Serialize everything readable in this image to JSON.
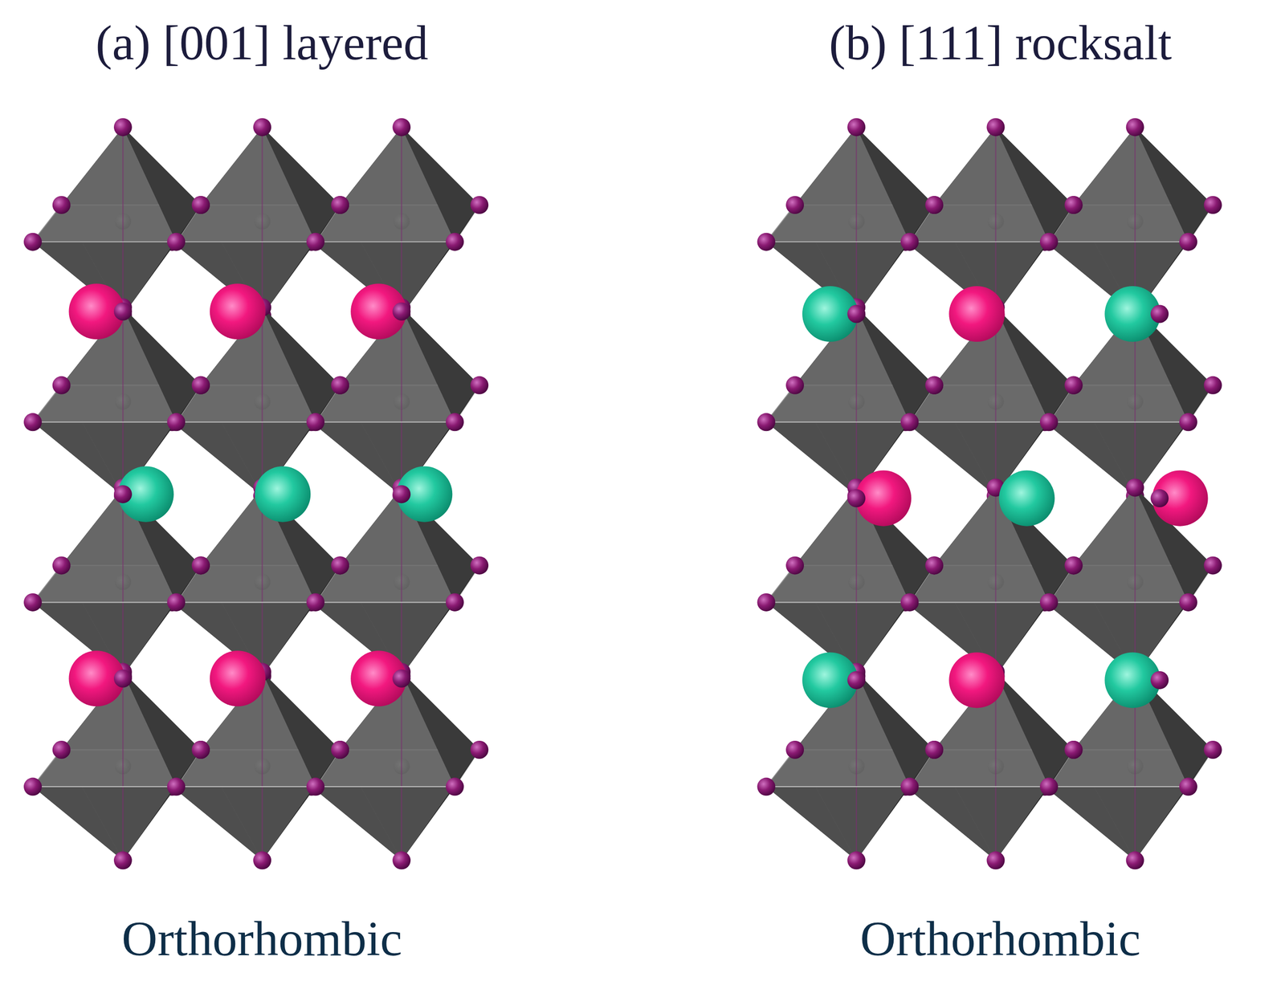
{
  "diagram": {
    "labels": [
      "(a) [001] layered",
      "(b) [111] rocksalt",
      "Orthorhombic",
      "Orthorhombic"
    ]
  }
}
